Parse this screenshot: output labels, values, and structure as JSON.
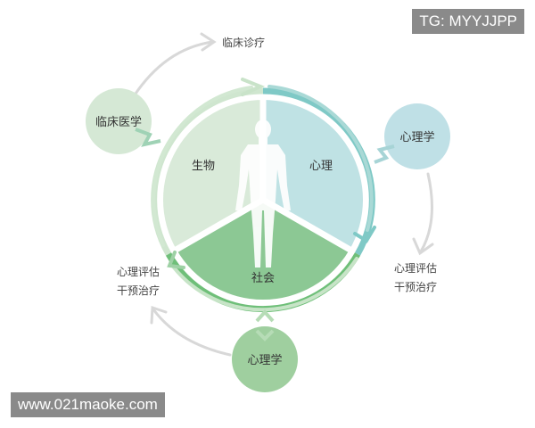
{
  "watermarks": {
    "top_right": "TG: MYYJJPP",
    "bottom_left": "www.021maoke.com"
  },
  "pie": {
    "bio": "生物",
    "psych": "心理",
    "social": "社会"
  },
  "nodes": {
    "clinical_medicine": "临床医学",
    "psychology_right": "心理学",
    "psychology_bottom": "心理学"
  },
  "labels": {
    "clinical_diagnosis": "临床诊疗",
    "right_eval_line1": "心理评估",
    "right_eval_line2": "干预治疗",
    "left_eval_line1": "心理评估",
    "left_eval_line2": "干预治疗"
  },
  "colors": {
    "bio": "#d9ead9",
    "psych": "#bfe2e4",
    "social": "#8cc894",
    "ring_green": "#6fbf79",
    "ring_teal": "#7fc9c6",
    "clinical_node": "#d5e8d5",
    "psych_node_right": "#bfe0e6",
    "psych_node_bottom": "#9fcf9f",
    "arrow_gray": "#d6d6d6"
  }
}
